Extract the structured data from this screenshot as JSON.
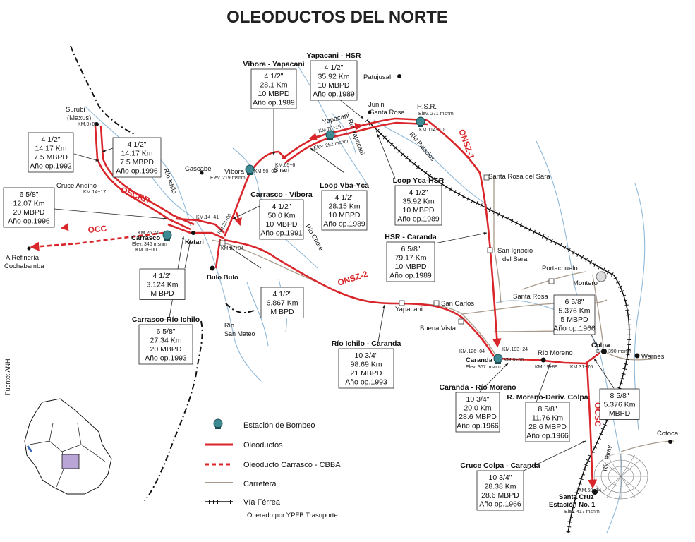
{
  "title": "OLEODUCTOS DEL NORTE",
  "colors": {
    "pipeline": "#d8262b",
    "road": "#a89a8a",
    "river": "#8fb8d8",
    "railway": "#111111",
    "station": "#3e8a93",
    "inset_dept": "#b9a5d6"
  },
  "pipeline_names": {
    "oscrr": "OSCRR",
    "occ": "OCC",
    "onsz1": "ONSZ-1",
    "onsz2": "ONSZ-2",
    "ocsc": "OCSC"
  },
  "places": {
    "surubi": "Surubi",
    "surubi_maxus": "(Maxus)",
    "surubi_km": "KM.0+00",
    "cruce_andino": "Cruce Andino",
    "cruce_andino_km": "KM.14+17",
    "carrasco": "Carrasco",
    "carrasco_elev": "Elev. 346 msnm",
    "carrasco_km0": "KM. 0+00",
    "carrasco_km": "KM.26.24",
    "katari": "Katari",
    "katari_km": "KM.14+41",
    "km_23": "KM.23+06",
    "km_27": "KM.27+34",
    "bulo_bulo": "Bulo Bulo",
    "refineria": "A Refinería",
    "cochabamba": "Cochabamba",
    "cascabel": "Cascabel",
    "vibora": "Víbora",
    "vibora_elev": "Elev. 219 msnm",
    "vibora_km": "KM.50+00",
    "sirari": "Sirari",
    "sirari_km": "KM.65+6",
    "yapacani_n": "Yapacani",
    "yapacani_n_km": "KM.78+15",
    "yapacani_n_elev": "Elev. 252 msnm",
    "patujusal": "Patujusal",
    "junin": "Junin",
    "santa_rosa": "Santa Rosa",
    "hsr": "H.S.R.",
    "hsr_elev": "Elev. 271 msnm",
    "hsr_km": "KM.114+10",
    "santa_rosa_sara": "Santa Rosa del Sara",
    "san_ignacio": "San Ignacio",
    "del_sara": "del Sara",
    "portachuelo": "Portachuelo",
    "santa_rosa_s": "Santa Rosa",
    "montero": "Montero",
    "warnes": "Warnes",
    "yapacani_s": "Yapacani",
    "san_carlos": "San Carlos",
    "buena_vista": "Buena Vista",
    "caranda": "Caranda",
    "caranda_elev": "Elev. 357 msnm",
    "caranda_km0": "KM.0+00",
    "caranda_km1": "KM.126+04",
    "caranda_km2": "KM.193+24",
    "rio_moreno": "Río Moreno",
    "rio_moreno_km": "KM.19+89",
    "colpa": "Colpa",
    "colpa_elev": "Elev. 390 msnm",
    "colpa_km": "KM.31+76",
    "santa_cruz": "Santa Cruz",
    "estacion1": "Estación No. 1",
    "santa_cruz_km": "KM.60+14",
    "santa_cruz_elev": "Elev. 417 msnm",
    "cotoca": "Cotoca",
    "rio_ichilo": "Río Ichilo",
    "rio_chore": "Río Chore",
    "rio_yapacani": "Río Yapacani",
    "rio_palacios": "Río Palacios",
    "rio_piray": "Río Piray",
    "rio_sanmateo_1": "Río",
    "rio_sanmateo_2": "San Mateo"
  },
  "boxes": {
    "surubi_cruce": {
      "title": "",
      "lines": [
        "4 1/2\"",
        "14.17 Km",
        "7.5 MBPD",
        "Año op.1992"
      ]
    },
    "surubi_cruce_loop": {
      "title": "",
      "lines": [
        "4 1/2\"",
        "14.17 Km",
        "7.5 MBPD",
        "Año op.1996"
      ]
    },
    "cruce_carrasco": {
      "title": "",
      "lines": [
        "6 5/8\"",
        "12.07 Km",
        "20 MBPD",
        "Año op.1996"
      ]
    },
    "vibora_yapacani": {
      "title": "Víbora - Yapacani",
      "lines": [
        "4 1/2\"",
        "28.1 Km",
        "10 MBPD",
        "Año op.1989"
      ]
    },
    "yapacani_hsr": {
      "title": "Yapacani - HSR",
      "lines": [
        "4 1/2\"",
        "35.92 Km",
        "10 MBPD",
        "Año op.1989"
      ]
    },
    "carrasco_vibora": {
      "title": "Carrasco - Víbora",
      "lines": [
        "4 1/2\"",
        "50.0 Km",
        "10 MBPD",
        "Año op.1991"
      ]
    },
    "loop_vba_yca": {
      "title": "Loop Vba-Yca",
      "lines": [
        "4 1/2\"",
        "28.15 Km",
        "10 MBPD",
        "Año op.1989"
      ]
    },
    "loop_yca_hsr": {
      "title": "Loop Yca-HSR",
      "lines": [
        "4 1/2\"",
        "35.92 Km",
        "10 MBPD",
        "Año op.1989"
      ]
    },
    "hsr_caranda": {
      "title": "HSR - Caranda",
      "lines": [
        "6 5/8\"",
        "79.17 Km",
        "10 MBPD",
        "Año op.1989"
      ]
    },
    "carrasco_katari": {
      "title": "",
      "lines": [
        "4 1/2\"",
        "3.124 Km",
        "M BPD"
      ]
    },
    "katari_bulo": {
      "title": "",
      "lines": [
        "4 1/2\"",
        "6.867 Km",
        "M BPD"
      ]
    },
    "carrasco_ichilo": {
      "title": "Carrasco-Río Ichilo",
      "lines": [
        "6 5/8\"",
        "27.34  Km",
        "20  MBPD",
        "Año op.1993"
      ]
    },
    "ichilo_caranda": {
      "title": "Río Ichilo - Caranda",
      "lines": [
        "10 3/4\"",
        "98.69  Km",
        "21  MBPD",
        "Año op.1993"
      ]
    },
    "montero_colpa": {
      "title": "",
      "lines": [
        "6 5/8\"",
        "5.376  Km",
        "5 MBPD",
        "Año op.1966"
      ]
    },
    "caranda_moreno": {
      "title": "Caranda - Río Moreno",
      "lines": [
        "10 3/4\"",
        "20.0  Km",
        "28.6 MBPD",
        "Año op.1966"
      ]
    },
    "moreno_colpa": {
      "title": "R. Moreno-Deriv. Colpa",
      "lines": [
        "8 5/8\"",
        "11.76  Km",
        "28.6 MBPD",
        "Año op.1966"
      ]
    },
    "colpa_sc": {
      "title": "",
      "lines": [
        "8 5/8\"",
        "5.376  Km",
        "MBPD"
      ]
    },
    "cruce_colpa": {
      "title": "Cruce Colpa - Caranda",
      "lines": [
        "10 3/4\"",
        "28.38  Km",
        "28.6 MBPD",
        "Año op.1966"
      ]
    }
  },
  "legend": {
    "station": "Estación de Bombeo",
    "pipeline": "Oleoductos",
    "pipeline_dashed": "Oleoducto Carrasco - CBBA",
    "road": "Carretera",
    "railway": "Vía Férrea",
    "operator": "Operado por YPFB Trasnporte"
  },
  "source": "Fuente: ANH"
}
